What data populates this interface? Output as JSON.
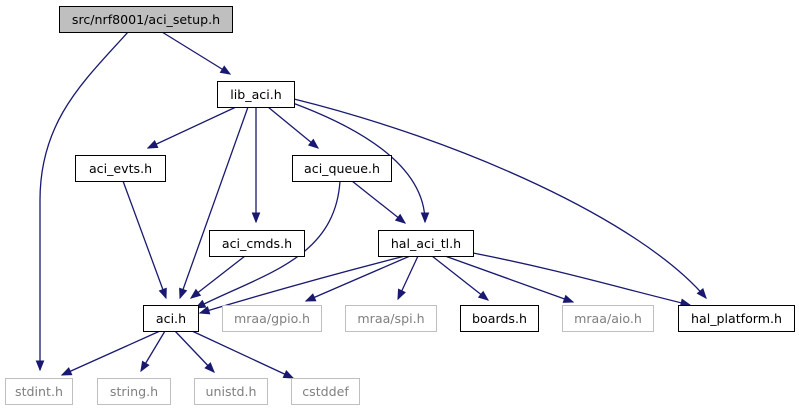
{
  "diagram": {
    "nodes": [
      {
        "id": "aci_setup",
        "label": "src/nrf8001/aci_setup.h",
        "style": "root"
      },
      {
        "id": "lib_aci",
        "label": "lib_aci.h",
        "style": "normal"
      },
      {
        "id": "aci_evts",
        "label": "aci_evts.h",
        "style": "normal"
      },
      {
        "id": "aci_queue",
        "label": "aci_queue.h",
        "style": "normal"
      },
      {
        "id": "aci_cmds",
        "label": "aci_cmds.h",
        "style": "normal"
      },
      {
        "id": "hal_aci_tl",
        "label": "hal_aci_tl.h",
        "style": "normal"
      },
      {
        "id": "aci",
        "label": "aci.h",
        "style": "normal"
      },
      {
        "id": "mraa_gpio",
        "label": "mraa/gpio.h",
        "style": "external"
      },
      {
        "id": "mraa_spi",
        "label": "mraa/spi.h",
        "style": "external"
      },
      {
        "id": "boards",
        "label": "boards.h",
        "style": "normal"
      },
      {
        "id": "mraa_aio",
        "label": "mraa/aio.h",
        "style": "external"
      },
      {
        "id": "hal_platform",
        "label": "hal_platform.h",
        "style": "normal"
      },
      {
        "id": "stdint",
        "label": "stdint.h",
        "style": "external"
      },
      {
        "id": "string",
        "label": "string.h",
        "style": "external"
      },
      {
        "id": "unistd",
        "label": "unistd.h",
        "style": "external"
      },
      {
        "id": "cstddef",
        "label": "cstddef",
        "style": "external"
      }
    ],
    "edges": [
      {
        "from": "aci_setup",
        "to": "lib_aci"
      },
      {
        "from": "aci_setup",
        "to": "stdint"
      },
      {
        "from": "lib_aci",
        "to": "aci_evts"
      },
      {
        "from": "lib_aci",
        "to": "aci"
      },
      {
        "from": "lib_aci",
        "to": "aci_cmds"
      },
      {
        "from": "lib_aci",
        "to": "aci_queue"
      },
      {
        "from": "lib_aci",
        "to": "hal_aci_tl"
      },
      {
        "from": "lib_aci",
        "to": "hal_platform"
      },
      {
        "from": "aci_evts",
        "to": "aci"
      },
      {
        "from": "aci_queue",
        "to": "aci"
      },
      {
        "from": "aci_queue",
        "to": "hal_aci_tl"
      },
      {
        "from": "aci_cmds",
        "to": "aci"
      },
      {
        "from": "hal_aci_tl",
        "to": "aci"
      },
      {
        "from": "hal_aci_tl",
        "to": "mraa_gpio"
      },
      {
        "from": "hal_aci_tl",
        "to": "mraa_spi"
      },
      {
        "from": "hal_aci_tl",
        "to": "boards"
      },
      {
        "from": "hal_aci_tl",
        "to": "mraa_aio"
      },
      {
        "from": "hal_aci_tl",
        "to": "hal_platform"
      },
      {
        "from": "aci",
        "to": "stdint"
      },
      {
        "from": "aci",
        "to": "string"
      },
      {
        "from": "aci",
        "to": "unistd"
      },
      {
        "from": "aci",
        "to": "cstddef"
      }
    ]
  },
  "colors": {
    "edge": "#191970",
    "root_fill": "#bfbfbf",
    "node_border": "#000000",
    "external_border": "#bfbfbf",
    "external_text": "#7f7f7f",
    "text": "#000000"
  }
}
